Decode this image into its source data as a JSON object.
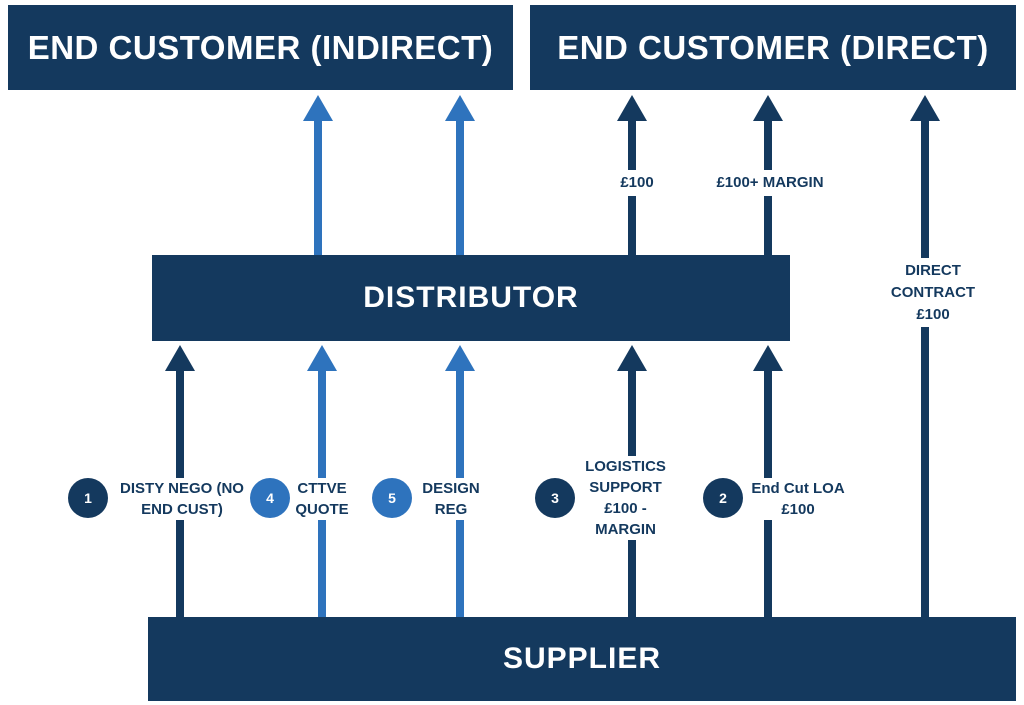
{
  "colors": {
    "navy": "#14395E",
    "blue": "#2E73BD"
  },
  "boxes": {
    "end_customer_indirect": "END CUSTOMER (INDIRECT)",
    "end_customer_direct": "END CUSTOMER (DIRECT)",
    "distributor": "DISTRIBUTOR",
    "supplier": "SUPPLIER"
  },
  "arrow_labels": {
    "hundred": "£100",
    "hundred_plus_margin": "£100+ MARGIN",
    "direct_contract": "DIRECT CONTRACT £100"
  },
  "legend": [
    {
      "number": "1",
      "color": "navy",
      "label": "DISTY NEGO (NO END CUST)"
    },
    {
      "number": "4",
      "color": "blue",
      "label": "CTTVE QUOTE"
    },
    {
      "number": "5",
      "color": "blue",
      "label": "DESIGN REG"
    },
    {
      "number": "3",
      "color": "navy",
      "label": "LOGISTICS SUPPORT £100 - MARGIN"
    },
    {
      "number": "2",
      "color": "navy",
      "label": "End Cut LOA £100"
    }
  ]
}
